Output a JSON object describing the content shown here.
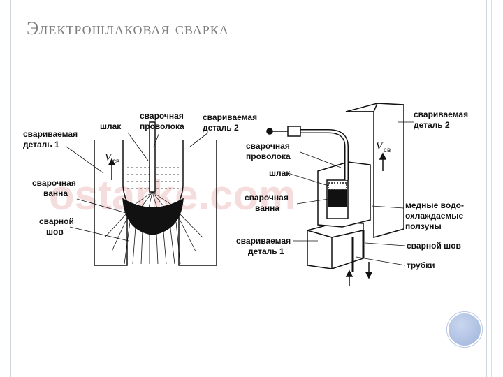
{
  "title": "Электрошлаковая сварка",
  "watermark": "ostarke.com",
  "left_diagram": {
    "labels": {
      "part1_a": "свариваемая",
      "part1_b": "деталь 1",
      "slag": "шлак",
      "wire_a": "сварочная",
      "wire_b": "проволока",
      "part2_a": "свариваемая",
      "part2_b": "деталь 2",
      "pool_a": "сварочная",
      "pool_b": "ванна",
      "seam_a": "сварной",
      "seam_b": "шов",
      "vcb_main": "V",
      "vcb_sub": "св"
    }
  },
  "right_diagram": {
    "labels": {
      "part2_a": "свариваемая",
      "part2_b": "деталь 2",
      "wire_a": "сварочная",
      "wire_b": "проволока",
      "slag": "шлак",
      "pool_a": "сварочная",
      "pool_b": "ванна",
      "sliders_a": "медные водо-",
      "sliders_b": "охлаждаемые",
      "sliders_c": "ползуны",
      "part1_a": "свариваемая",
      "part1_b": "деталь 1",
      "seam": "сварной шов",
      "tubes": "трубки",
      "vcb_main": "V",
      "vcb_sub": "св"
    }
  }
}
